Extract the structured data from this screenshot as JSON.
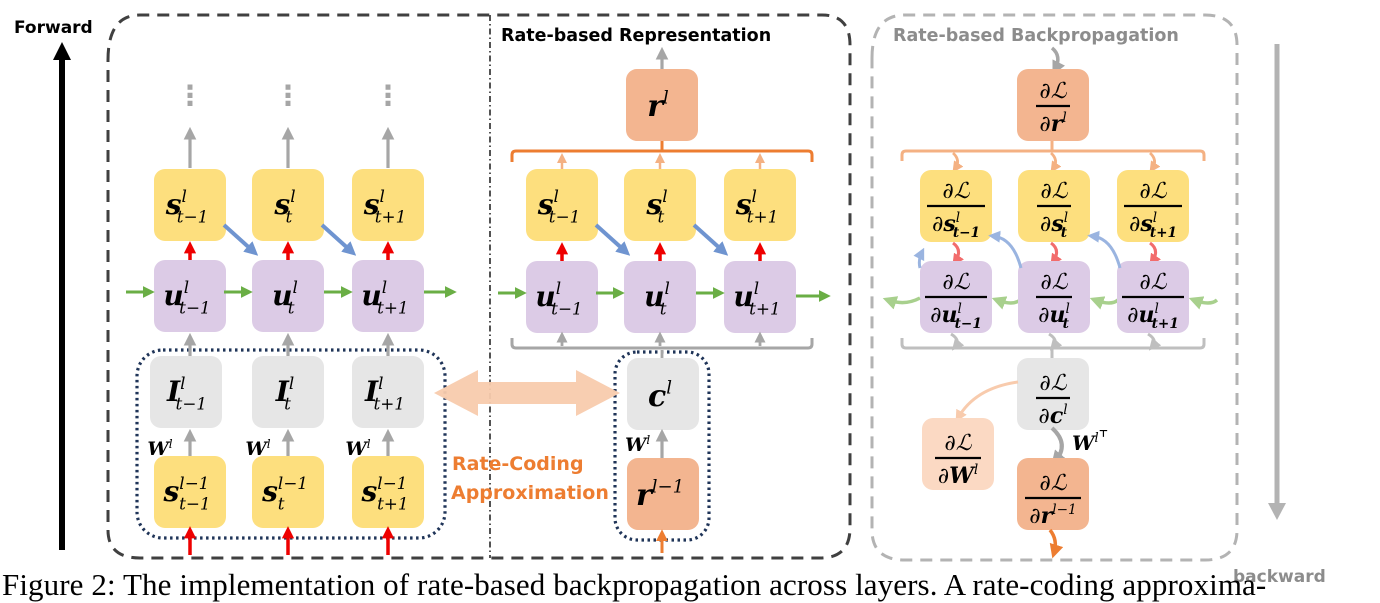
{
  "labels": {
    "forward": "Forward",
    "backward": "backward",
    "rate_based_representation": "Rate-based Representation",
    "rate_based_backpropagation": "Rate-based Backpropagation",
    "rate_coding_line1": "Rate-Coding",
    "rate_coding_line2": "Approximation",
    "ellipsis": "⋮"
  },
  "colors": {
    "spike_box": "#fddf7e",
    "membrane_box": "#dccbe6",
    "current_box": "#e6e6e6",
    "rate_box": "#f3b590",
    "grad_w_box": "#fbd9c3",
    "red_arrow": "#ee0000",
    "blue_arrow": "#6f94d0",
    "green_arrow": "#6aae45",
    "grey_arrow": "#a6a6a6",
    "orange_text": "#ed7d31",
    "dotted_border": "#1f3458",
    "dark_dash": "#404040",
    "light_dash": "#b0b0b0"
  },
  "left_panel": {
    "spikes": [
      {
        "base": "s",
        "sup": "l",
        "sub": "t−1"
      },
      {
        "base": "s",
        "sup": "l",
        "sub": "t"
      },
      {
        "base": "s",
        "sup": "l",
        "sub": "t+1"
      }
    ],
    "membranes": [
      {
        "base": "u",
        "sup": "l",
        "sub": "t−1"
      },
      {
        "base": "u",
        "sup": "l",
        "sub": "t"
      },
      {
        "base": "u",
        "sup": "l",
        "sub": "t+1"
      }
    ],
    "currents": [
      {
        "base": "I",
        "sup": "l",
        "sub": "t−1"
      },
      {
        "base": "I",
        "sup": "l",
        "sub": "t"
      },
      {
        "base": "I",
        "sup": "l",
        "sub": "t+1"
      }
    ],
    "inputs": [
      {
        "base": "s",
        "sup": "l−1",
        "sub": "t−1"
      },
      {
        "base": "s",
        "sup": "l−1",
        "sub": "t"
      },
      {
        "base": "s",
        "sup": "l−1",
        "sub": "t+1"
      }
    ],
    "weight": {
      "base": "W",
      "sup": "l"
    }
  },
  "middle_panel": {
    "rate": {
      "base": "r",
      "sup": "l"
    },
    "spikes": [
      {
        "base": "s",
        "sup": "l",
        "sub": "t−1"
      },
      {
        "base": "s",
        "sup": "l",
        "sub": "t"
      },
      {
        "base": "s",
        "sup": "l",
        "sub": "t+1"
      }
    ],
    "membranes": [
      {
        "base": "u",
        "sup": "l",
        "sub": "t−1"
      },
      {
        "base": "u",
        "sup": "l",
        "sub": "t"
      },
      {
        "base": "u",
        "sup": "l",
        "sub": "t+1"
      }
    ],
    "current": {
      "base": "c",
      "sup": "l"
    },
    "input_rate": {
      "base": "r",
      "sup": "l−1"
    },
    "weight": {
      "base": "W",
      "sup": "l"
    }
  },
  "right_panel": {
    "numerator": "∂ℒ",
    "partial": "∂",
    "grad_rate": {
      "base": "r",
      "sup": "l"
    },
    "grad_spikes": [
      {
        "base": "s",
        "sup": "l",
        "sub": "t−1"
      },
      {
        "base": "s",
        "sup": "l",
        "sub": "t"
      },
      {
        "base": "s",
        "sup": "l",
        "sub": "t+1"
      }
    ],
    "grad_membranes": [
      {
        "base": "u",
        "sup": "l",
        "sub": "t−1"
      },
      {
        "base": "u",
        "sup": "l",
        "sub": "t"
      },
      {
        "base": "u",
        "sup": "l",
        "sub": "t+1"
      }
    ],
    "grad_current": {
      "base": "c",
      "sup": "l"
    },
    "grad_weight": {
      "base": "W",
      "sup": "l"
    },
    "grad_input_rate": {
      "base": "r",
      "sup": "l−1"
    },
    "weight_transpose": {
      "base": "W",
      "sup": "l",
      "supsup": "⊤"
    }
  },
  "caption": "Figure 2: The implementation of rate-based backpropagation across layers. A rate-coding approxima-"
}
